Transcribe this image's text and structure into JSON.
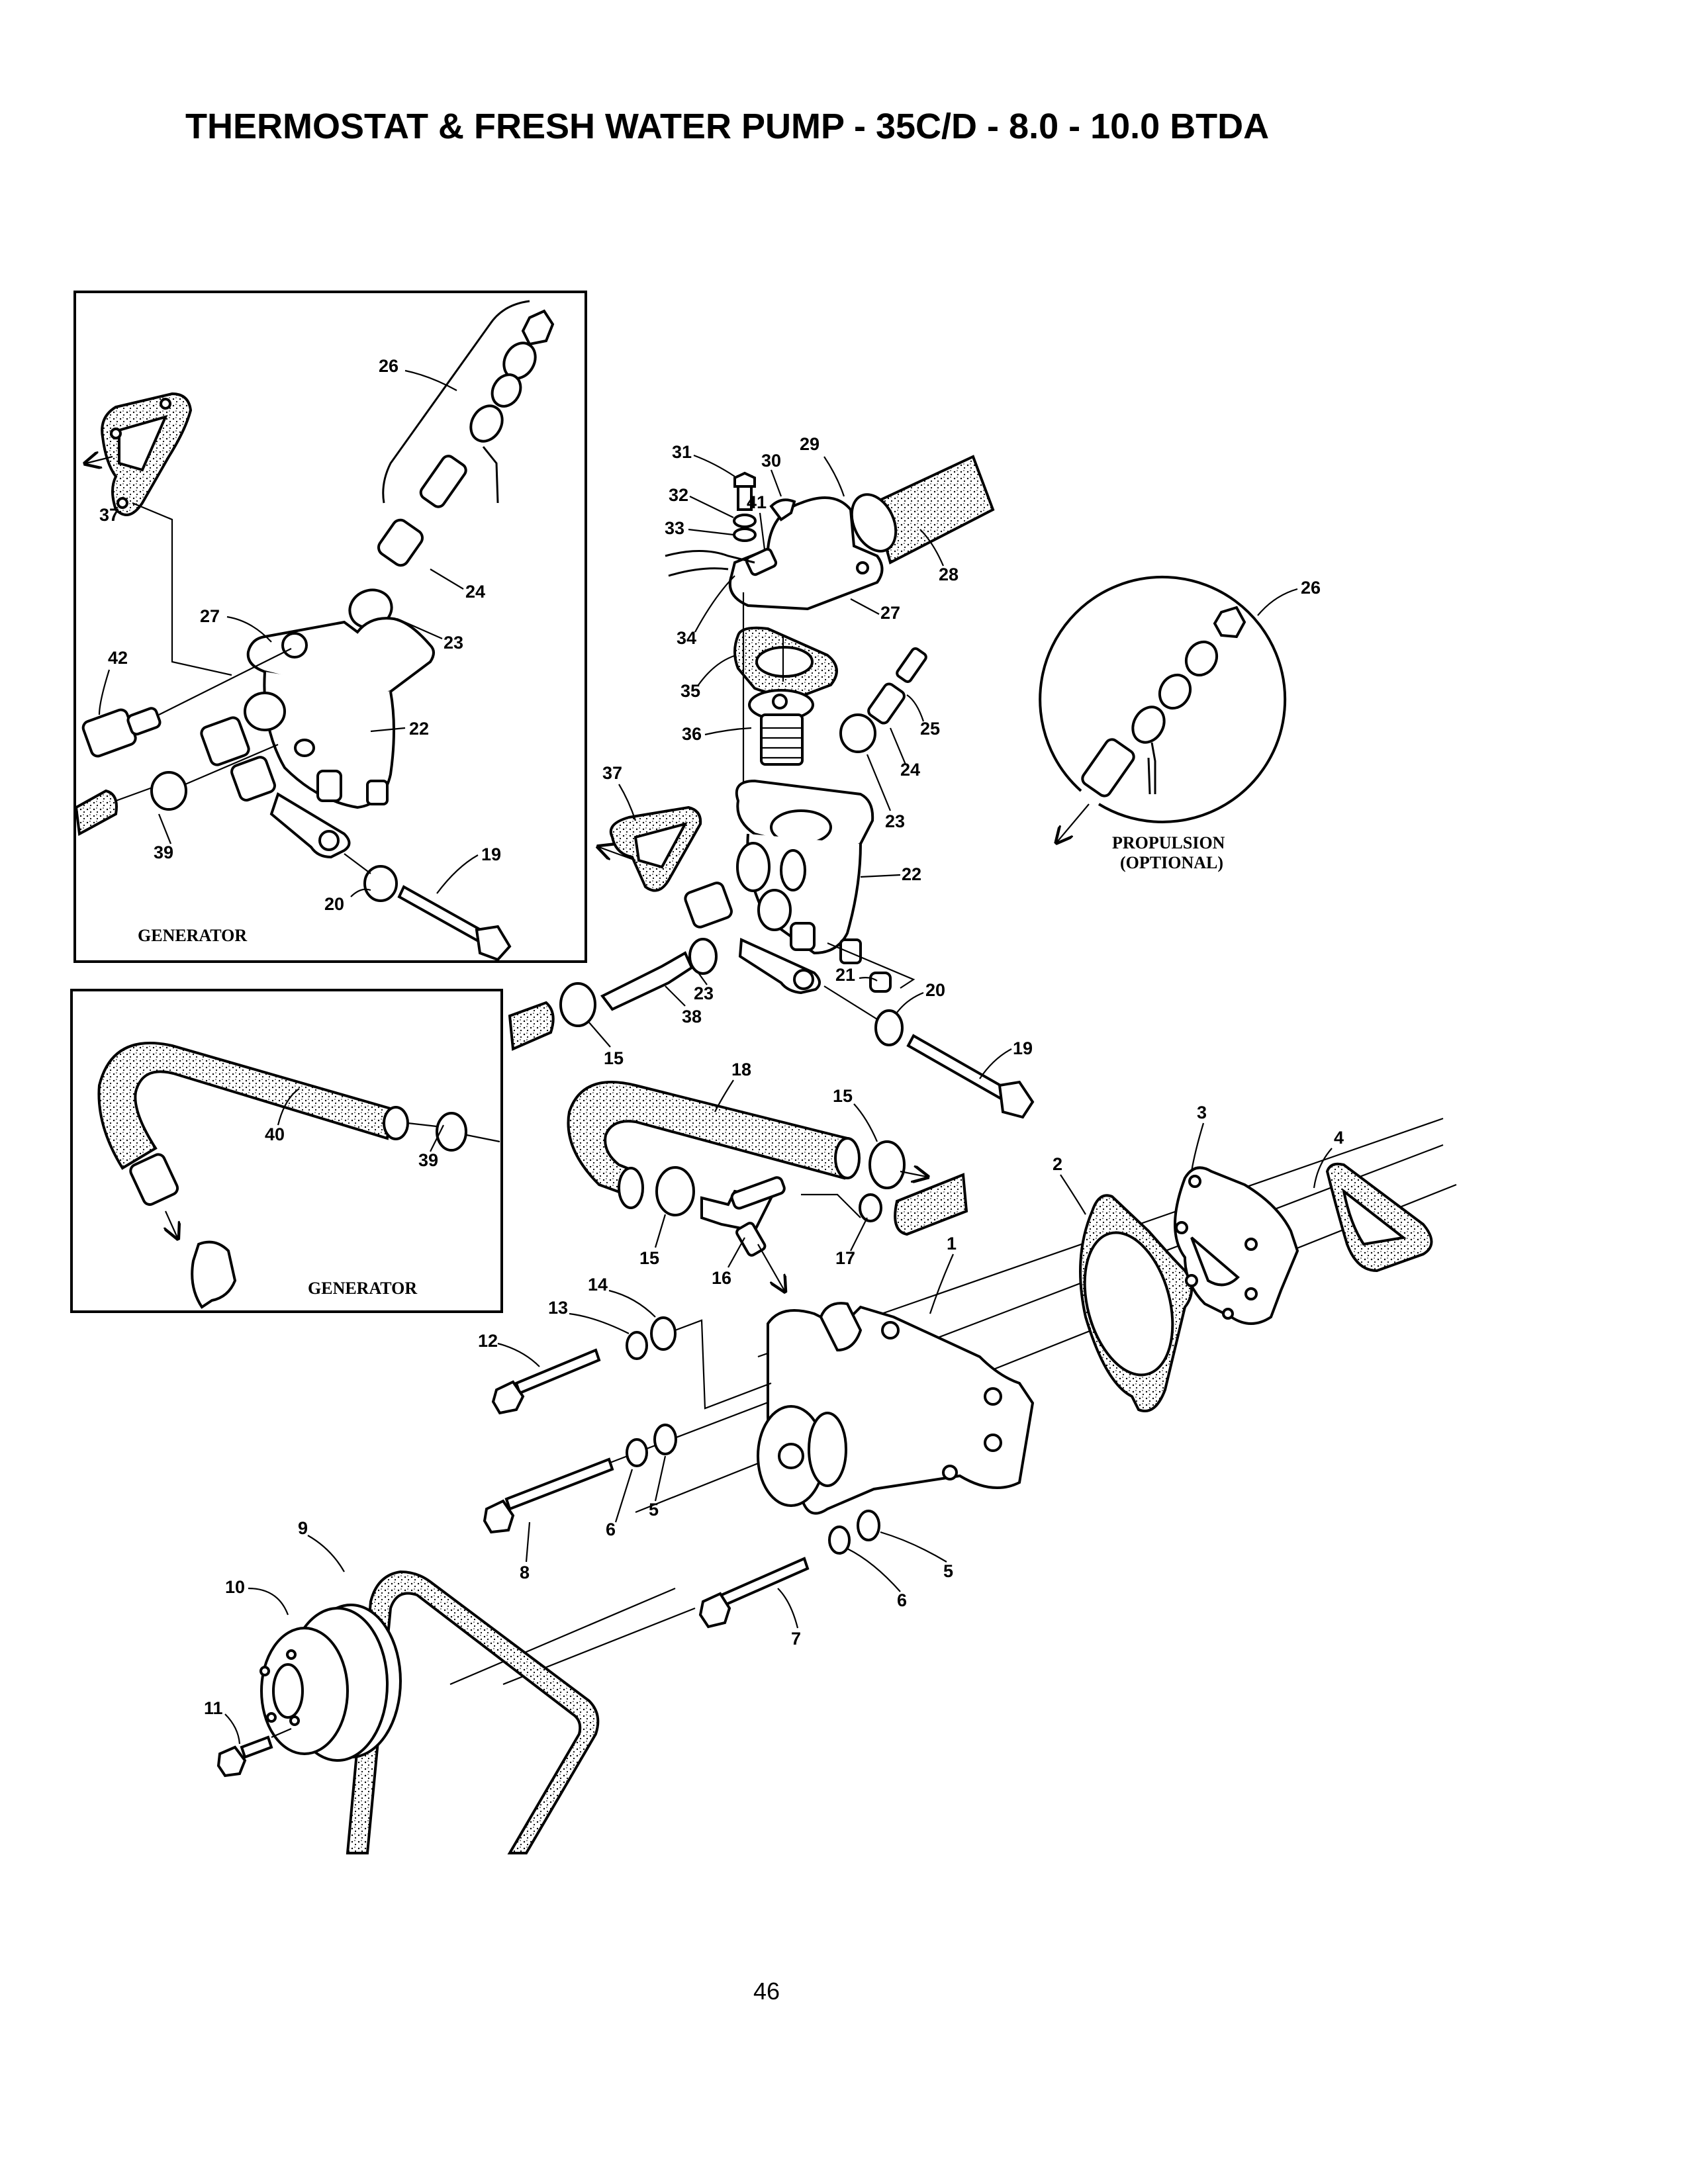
{
  "page": {
    "title": "THERMOSTAT & FRESH WATER PUMP - 35C/D - 8.0 - 10.0 BTDA",
    "page_number": "46"
  },
  "insets": {
    "generator_thermostat": {
      "caption": "GENERATOR"
    },
    "generator_hose": {
      "caption": "GENERATOR"
    },
    "propulsion": {
      "caption_line1": "PROPULSION",
      "caption_line2": "(OPTIONAL)"
    }
  },
  "callouts": {
    "inset1": [
      "26",
      "37",
      "27",
      "24",
      "23",
      "42",
      "22",
      "39",
      "19",
      "20"
    ],
    "thermostat": [
      "31",
      "29",
      "30",
      "32",
      "41",
      "33",
      "28",
      "27",
      "34",
      "35",
      "25",
      "36",
      "24",
      "23",
      "37",
      "22",
      "21",
      "20",
      "23",
      "38",
      "15",
      "19"
    ],
    "propulsion": [
      "26"
    ],
    "inset2": [
      "40",
      "39"
    ],
    "hoses": [
      "18",
      "15",
      "15",
      "16",
      "17"
    ],
    "pump": [
      "1",
      "2",
      "3",
      "4",
      "14",
      "13",
      "12",
      "5",
      "6",
      "8",
      "5",
      "6",
      "7"
    ],
    "pulley": [
      "9",
      "10",
      "11"
    ]
  }
}
